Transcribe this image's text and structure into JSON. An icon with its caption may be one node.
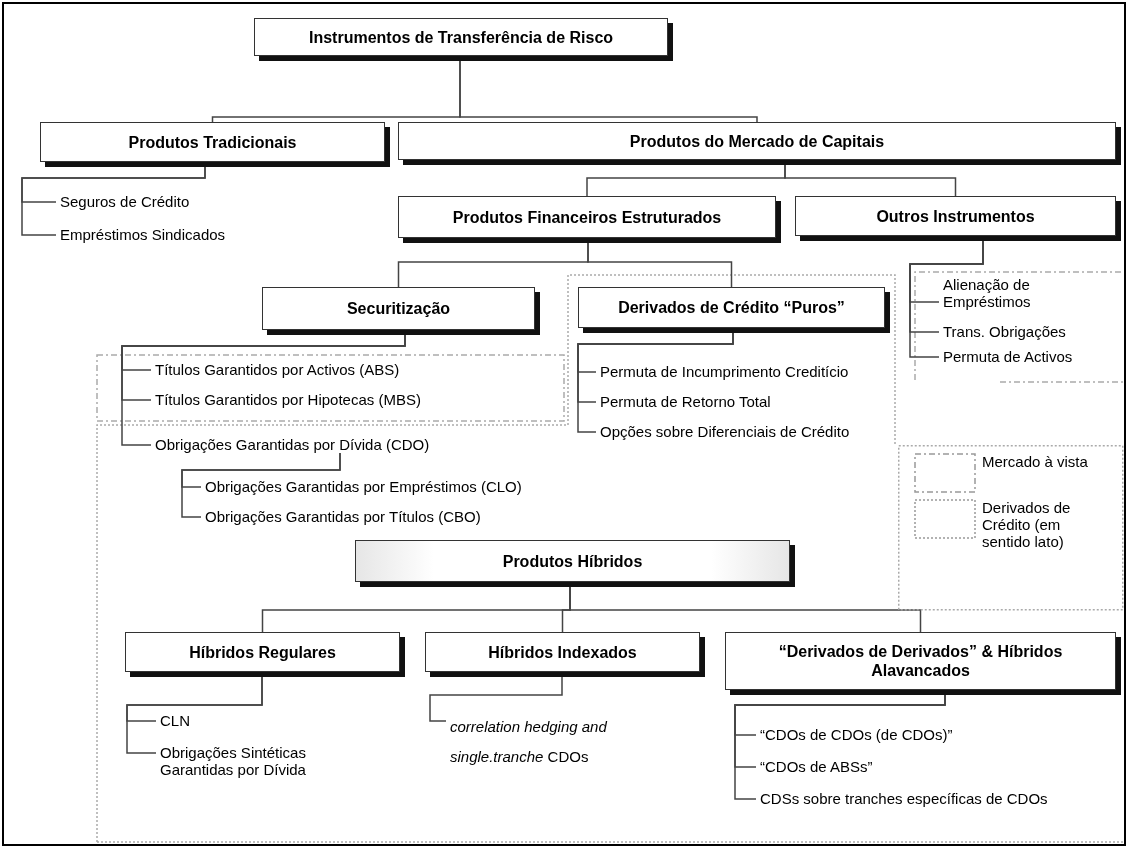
{
  "diagram": {
    "nodes": [
      {
        "text": [
          "Instrumentos de Transferência de Risco"
        ]
      },
      {
        "text": [
          "Produtos Tradicionais"
        ]
      },
      {
        "text": [
          "Produtos do Mercado de Capitais"
        ]
      },
      {
        "text": [
          "Seguros de Crédito"
        ]
      },
      {
        "text": [
          "Empréstimos Sindicados"
        ]
      },
      {
        "text": [
          "Produtos Financeiros Estruturados"
        ]
      },
      {
        "text": [
          "Outros Instrumentos"
        ]
      },
      {
        "text": [
          "Securitização"
        ]
      },
      {
        "text": [
          "Derivados de Crédito “Puros”"
        ]
      },
      {
        "text": [
          "Alienação de Empréstimos"
        ]
      },
      {
        "text": [
          "Trans. Obrigações"
        ]
      },
      {
        "text": [
          "Permuta de Activos"
        ]
      },
      {
        "text": [
          "Títulos Garantidos por Activos (ABS)"
        ]
      },
      {
        "text": [
          "Títulos Garantidos por Hipotecas (MBS)"
        ]
      },
      {
        "text": [
          "Obrigações Garantidas por Dívida (CDO)"
        ]
      },
      {
        "text": [
          "Permuta de Incumprimento Creditício"
        ]
      },
      {
        "text": [
          "Permuta de Retorno Total"
        ]
      },
      {
        "text": [
          "Opções sobre Diferenciais de Crédito"
        ]
      },
      {
        "text": [
          "Obrigações Garantidas por Empréstimos (CLO)"
        ]
      },
      {
        "text": [
          "Obrigações Garantidas por Títulos  (CBO)"
        ]
      },
      {
        "text": [
          "Produtos Híbridos"
        ]
      },
      {
        "text": [
          "Híbridos Regulares"
        ]
      },
      {
        "text": [
          "Híbridos Indexados"
        ]
      },
      {
        "text": [
          "“Derivados de Derivados” & Híbridos Alavancados"
        ]
      },
      {
        "text": [
          "CLN"
        ]
      },
      {
        "text": [
          "Obrigações Sintéticas Garantidas por Dívida"
        ]
      },
      {
        "text": [
          "*correlation hedging and single.tranche* CDOs"
        ]
      },
      {
        "text": [
          "“CDOs de CDOs (de CDOs)”"
        ]
      },
      {
        "text": [
          "“CDOs de ABSs”"
        ]
      },
      {
        "text": [
          "CDSs sobre tranches específicas de CDOs"
        ]
      }
    ],
    "edges": [
      {
        "from": 0,
        "to": 1,
        "arrow": "none"
      },
      {
        "from": 0,
        "to": 2,
        "arrow": "none"
      },
      {
        "from": 1,
        "to": 3,
        "arrow": "none"
      },
      {
        "from": 1,
        "to": 4,
        "arrow": "none"
      },
      {
        "from": 2,
        "to": 5,
        "arrow": "none"
      },
      {
        "from": 2,
        "to": 6,
        "arrow": "none"
      },
      {
        "from": 5,
        "to": 7,
        "arrow": "none"
      },
      {
        "from": 5,
        "to": 8,
        "arrow": "none"
      },
      {
        "from": 6,
        "to": 9,
        "arrow": "none"
      },
      {
        "from": 6,
        "to": 10,
        "arrow": "none"
      },
      {
        "from": 6,
        "to": 11,
        "arrow": "none"
      },
      {
        "from": 7,
        "to": 12,
        "arrow": "none"
      },
      {
        "from": 7,
        "to": 13,
        "arrow": "none"
      },
      {
        "from": 7,
        "to": 14,
        "arrow": "none"
      },
      {
        "from": 8,
        "to": 15,
        "arrow": "none"
      },
      {
        "from": 8,
        "to": 16,
        "arrow": "none"
      },
      {
        "from": 8,
        "to": 17,
        "arrow": "none"
      },
      {
        "from": 14,
        "to": 18,
        "arrow": "none"
      },
      {
        "from": 14,
        "to": 19,
        "arrow": "none"
      },
      {
        "from": 20,
        "to": 21,
        "arrow": "none"
      },
      {
        "from": 20,
        "to": 22,
        "arrow": "none"
      },
      {
        "from": 20,
        "to": 23,
        "arrow": "none"
      },
      {
        "from": 21,
        "to": 24,
        "arrow": "none"
      },
      {
        "from": 21,
        "to": 25,
        "arrow": "none"
      },
      {
        "from": 22,
        "to": 26,
        "arrow": "none"
      },
      {
        "from": 23,
        "to": 27,
        "arrow": "none"
      },
      {
        "from": 23,
        "to": 28,
        "arrow": "none"
      },
      {
        "from": 23,
        "to": 29,
        "arrow": "none"
      }
    ],
    "legend": [
      {
        "text": "Mercado à vista"
      },
      {
        "text": "Derivados de Crédito (em sentido lato)"
      }
    ]
  }
}
